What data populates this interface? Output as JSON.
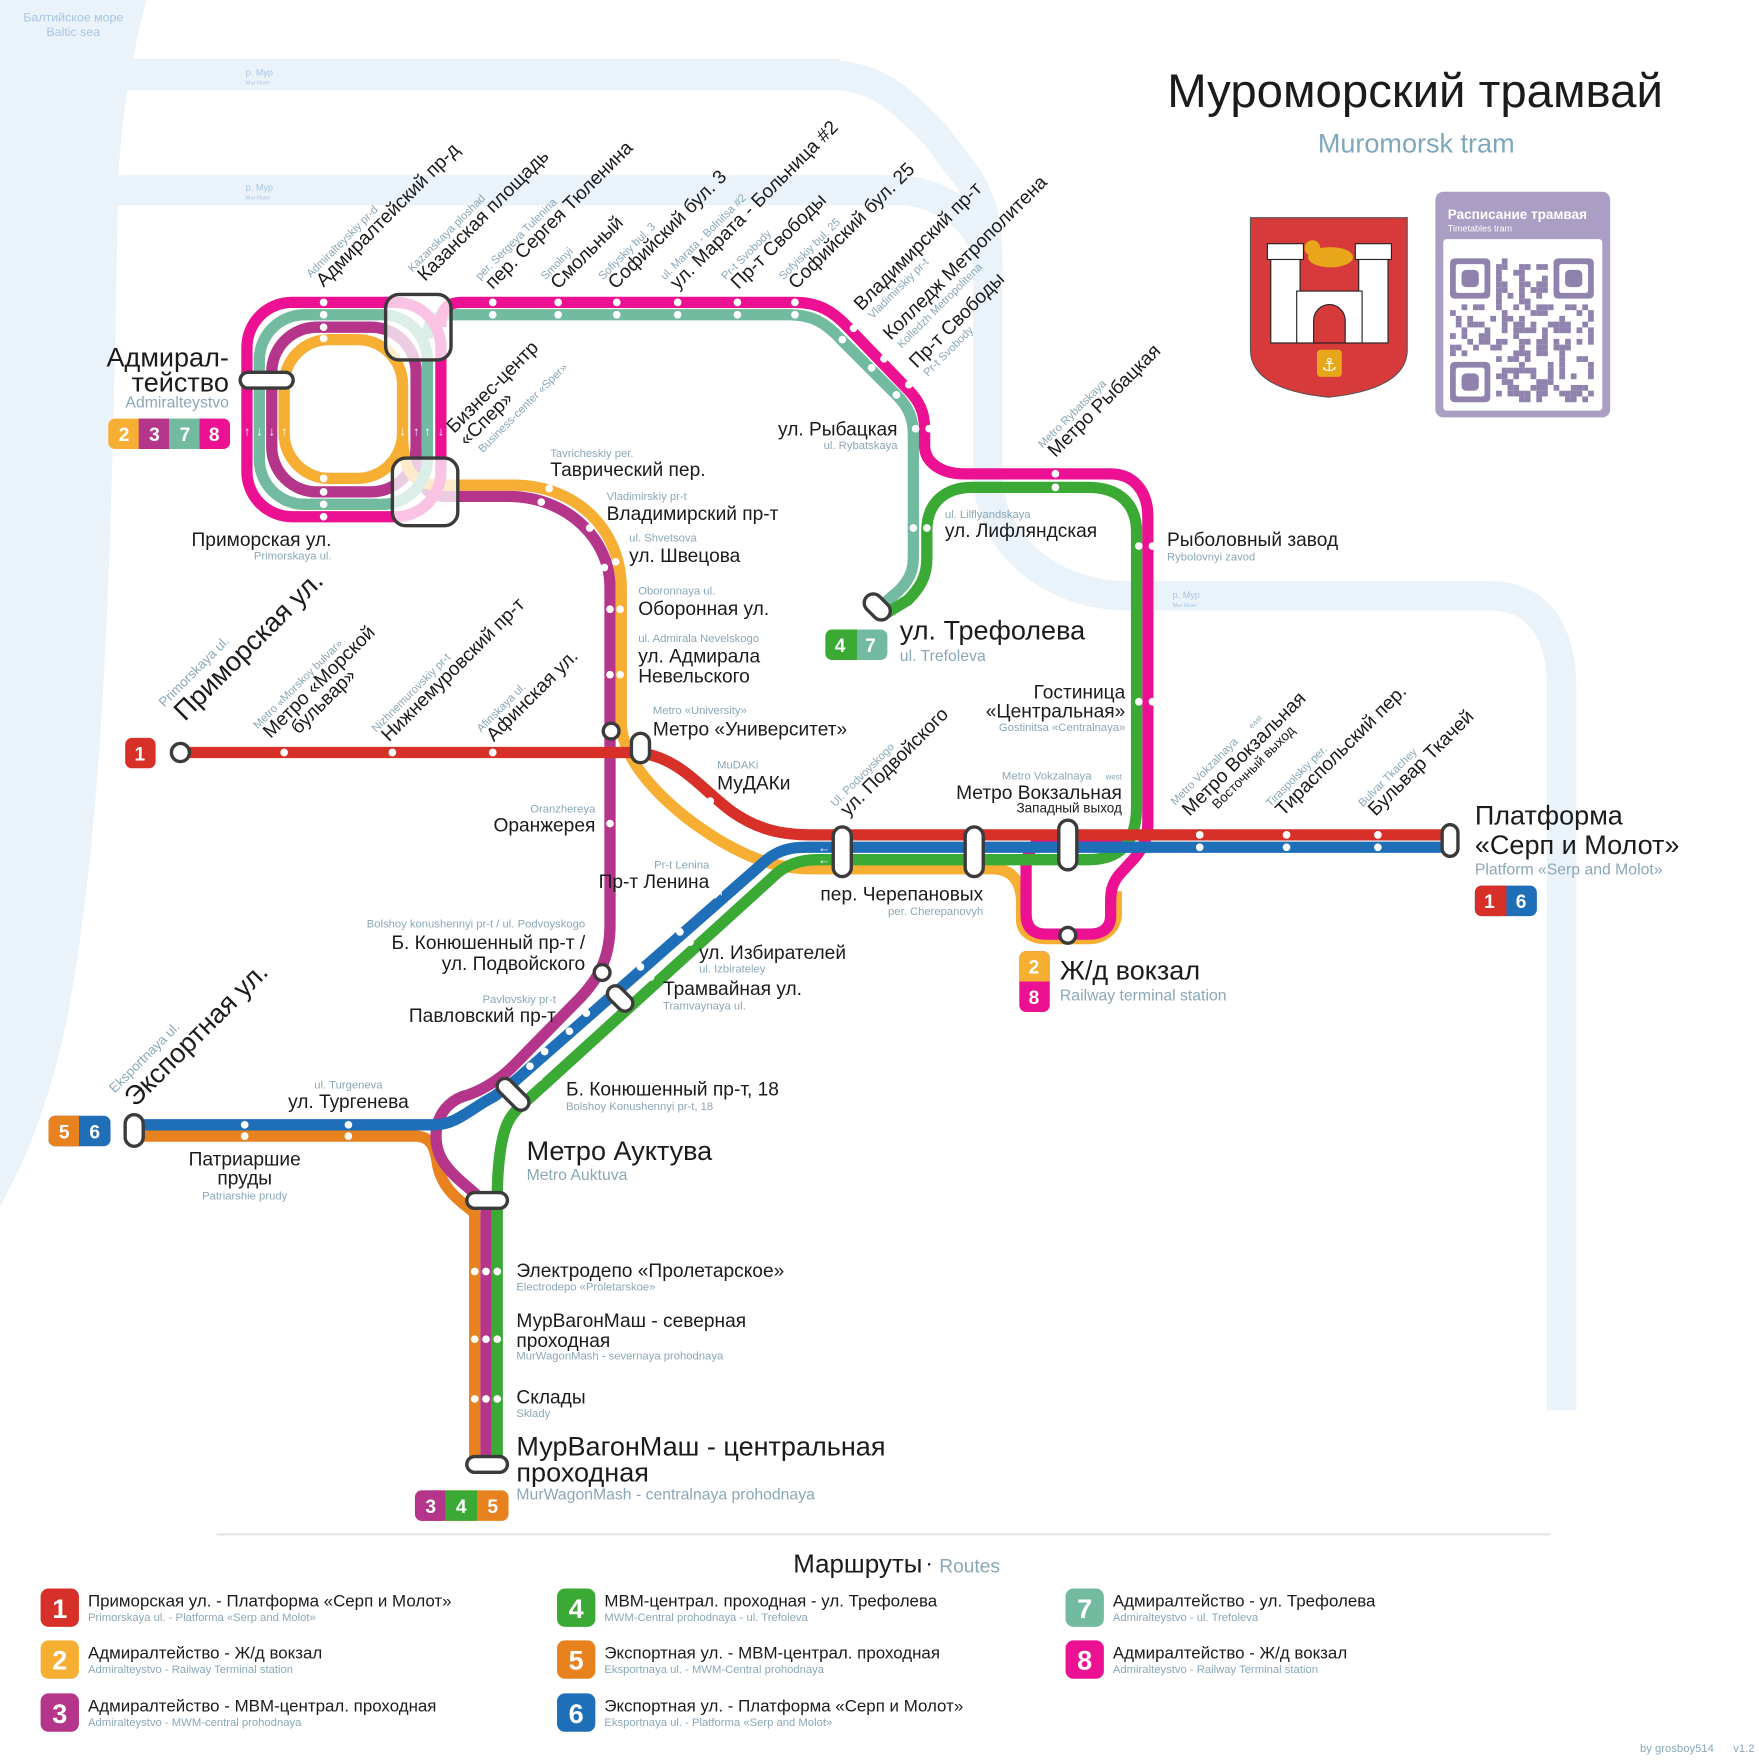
{
  "title": {
    "ru": "Муроморский трамвай",
    "en": "Muromorsk tram"
  },
  "water": {
    "sea_ru": "Балтийское море",
    "sea_en": "Baltic sea",
    "river_ru": "р. Мур",
    "river_en": "Mur River"
  },
  "timetable": {
    "title": "Расписание трамвая",
    "subtitle": "Timetables tram"
  },
  "colors": {
    "r1": "#d63028",
    "r2": "#f6ae33",
    "r3": "#b5358b",
    "r4": "#3aaa35",
    "r5": "#e8821e",
    "r6": "#1f6fb8",
    "r7": "#72bba0",
    "r8": "#ec1092",
    "water": "#eaf3fa"
  },
  "stations": {
    "admiralteystvo": {
      "ru1": "Адмирал-",
      "ru2": "тейство",
      "en": "Admiralteystvo",
      "routes": [
        "2",
        "3",
        "7",
        "8"
      ]
    },
    "admiralteyskiy": {
      "ru": "Адмиралтейский пр-д",
      "en": "Admiralteyskiy pr-d"
    },
    "kazanskaya": {
      "ru": "Казанская площадь",
      "en": "Kazanskaya ploshad"
    },
    "tulenina": {
      "ru": "пер. Сергея Тюленина",
      "en": "per. Sergeya Tulenina"
    },
    "smolnyi": {
      "ru": "Смольный",
      "en": "Smolnyi"
    },
    "sofiyskiy3": {
      "ru": "Софийский бул. 3",
      "en": "Sofiyskiy bul. 3"
    },
    "marata": {
      "ru": "ул. Марата - Больница #2",
      "en": "ul. Marata - Bolnitsa #2"
    },
    "svobody1": {
      "ru": "Пр-т Свободы",
      "en": "Pr-t Svobody"
    },
    "sofiyskiy25": {
      "ru": "Софийский бул. 25",
      "en": "Sofyiskiy bul. 25"
    },
    "vladimirskiy_top": {
      "ru": "Владимирский пр-т",
      "en": "Vladimirskiy pr-t"
    },
    "kolledzh": {
      "ru": "Колледж Метрополитена",
      "en": "Kolledzh Metropolitena"
    },
    "svobody2": {
      "ru": "Пр-т Свободы",
      "en": "Pr-t Svobody"
    },
    "rybatskaya": {
      "ru": "ул. Рыбацкая",
      "en": "ul. Rybatskaya"
    },
    "metro_rybatskaya": {
      "ru": "Метро Рыбацкая",
      "en": "Metro Rybatskaya"
    },
    "liflyandskaya": {
      "ru": "ул. Лифляндская",
      "en": "ul. Lilflyandskaya"
    },
    "rybolovny": {
      "ru": "Рыболовный завод",
      "en": "Rybolovnyi zavod"
    },
    "trefoleva": {
      "ru": "ул. Трефолева",
      "en": "ul. Trefoleva",
      "routes": [
        "4",
        "7"
      ]
    },
    "gostinitsa": {
      "ru1": "Гостиница",
      "ru2": "«Центральная»",
      "en": "Gostinitsa «Centralnaya»"
    },
    "sper": {
      "ru1": "Бизнес-центр",
      "ru2": "«Спер»",
      "en": "Business-center «Sper»"
    },
    "primorskaya_loop": {
      "ru": "Приморская ул.",
      "en": "Primorskaya ul."
    },
    "tavricheskiy": {
      "ru": "Таврический пер.",
      "en": "Tavricheskiy per."
    },
    "vladimirskiy": {
      "ru": "Владимирский пр-т",
      "en": "Vladimirskiy pr-t"
    },
    "shvetsova": {
      "ru": "ул. Швецова",
      "en": "ul. Shvetsova"
    },
    "oboronnaya": {
      "ru": "Оборонная ул.",
      "en": "Oboronnaya ul."
    },
    "nevelskogo": {
      "ru1": "ул. Адмирала",
      "ru2": "Невельского",
      "en": "ul. Admirala Nevelskogo"
    },
    "universitet": {
      "ru": "Метро «Университет»",
      "en": "Metro «University»"
    },
    "mudaki": {
      "ru": "МуДАКи",
      "en": "MuDAKi"
    },
    "primorskaya": {
      "ru": "Приморская ул.",
      "en": "Primorskaya ul.",
      "routes": [
        "1"
      ]
    },
    "morskoy": {
      "ru1": "Метро «Морской",
      "ru2": "бульвар»",
      "en": "Metro «Morskoy bulvar»"
    },
    "nizhnemurovskiy": {
      "ru": "Нижнемуровский пр-т",
      "en": "Nizhnemurovskiy pr-t"
    },
    "afinskaya": {
      "ru": "Афинская ул.",
      "en": "Afinskaya ul."
    },
    "oranzhereya": {
      "ru": "Оранжерея",
      "en": "Oranzhereya"
    },
    "lenina": {
      "ru": "Пр-т Ленина",
      "en": "Pr-t Lenina"
    },
    "podvoyskogo_diag": {
      "ru": "ул. Подвойского",
      "en": "Ul. Podvoyskogo"
    },
    "cherepanovykh": {
      "ru": "пер. Черепановых",
      "en": "per. Cherepanovyh"
    },
    "vokzalnaya_west": {
      "ru": "Метро Вокзальная",
      "ru_sub": "Западный выход",
      "en": "Metro Vokzalnaya",
      "en_sub": "west"
    },
    "vokzalnaya_east": {
      "ru": "Метро Вокзальная",
      "ru_sub": "Восточный выход",
      "en": "Metro Vokzalnaya",
      "en_sub": "east"
    },
    "tiraspolskiy": {
      "ru": "Тираспольский пер.",
      "en": "Tiraspolskiy per."
    },
    "tkachey": {
      "ru": "Бульвар Ткачей",
      "en": "Bulvar Tkachey"
    },
    "platforma": {
      "ru1": "Платформа",
      "ru2": "«Серп и Молот»",
      "en": "Platform «Serp and Molot»",
      "routes": [
        "1",
        "6"
      ]
    },
    "railway": {
      "ru": "Ж/д вокзал",
      "en": "Railway terminal station",
      "routes": [
        "2",
        "8"
      ]
    },
    "konushenny_podv": {
      "ru1": "Б. Конюшенный пр-т /",
      "ru2": "ул. Подвойского",
      "en": "Bolshoy konushennyi pr-t / ul. Podvoyskogo"
    },
    "izbirateley": {
      "ru": "ул. Избирателей",
      "en": "ul. Izbirateley"
    },
    "tramvaynaya": {
      "ru": "Трамвайная ул.",
      "en": "Tramvaynaya ul."
    },
    "pavlovskiy": {
      "ru": "Павловский пр-т",
      "en": "Pavlovskiy pr-t"
    },
    "konushenny18": {
      "ru": "Б. Конюшенный пр-т, 18",
      "en": "Bolshoy Konushennyi pr-t, 18"
    },
    "eksportnaya": {
      "ru": "Экспортная ул.",
      "en": "Eksportnaya ul.",
      "routes": [
        "5",
        "6"
      ]
    },
    "turgeneva": {
      "ru": "ул. Тургенева",
      "en": "ul. Turgeneva"
    },
    "patriarshie": {
      "ru1": "Патриаршие",
      "ru2": "пруды",
      "en": "Patriarshie prudy"
    },
    "auktuva": {
      "ru": "Метро Ауктува",
      "en": "Metro Auktuva"
    },
    "electrodepo": {
      "ru": "Электродепо «Пролетарское»",
      "en": "Electrodepo «Proletarskoe»"
    },
    "mwm_north": {
      "ru1": "МурВагонМаш - северная",
      "ru2": "проходная",
      "en": "MurWagonMash - severnaya prohodnaya"
    },
    "sklady": {
      "ru": "Склады",
      "en": "Sklady"
    },
    "mwm_central": {
      "ru1": "МурВагонМаш - центральная",
      "ru2": "проходная",
      "en": "MurWagonMash - centralnaya prohodnaya",
      "routes": [
        "3",
        "4",
        "5"
      ]
    }
  },
  "legend": {
    "title_ru": "Маршруты",
    "separator": "·",
    "title_en": "Routes",
    "routes": [
      {
        "num": "1",
        "color": "#d63028",
        "ru": "Приморская ул. - Платформа «Серп и Молот»",
        "en": "Primorskaya ul. - Platforma «Serp and Molot»"
      },
      {
        "num": "2",
        "color": "#f6ae33",
        "ru": "Адмиралтейство - Ж/д вокзал",
        "en": "Admiralteystvo - Railway Terminal station"
      },
      {
        "num": "3",
        "color": "#b5358b",
        "ru": "Адмиралтейство - МВМ-централ. проходная",
        "en": "Admiralteystvo - MWM-central prohodnaya"
      },
      {
        "num": "4",
        "color": "#3aaa35",
        "ru": "МВМ-централ. проходная - ул. Трефолева",
        "en": "MWM-Central prohodnaya - ul. Trefoleva"
      },
      {
        "num": "5",
        "color": "#e8821e",
        "ru": "Экспортная ул. - МВМ-централ. проходная",
        "en": "Eksportnaya ul. - MWM-Central prohodnaya"
      },
      {
        "num": "6",
        "color": "#1f6fb8",
        "ru": "Экспортная ул. - Платформа «Серп и Молот»",
        "en": "Eksportnaya ul. - Platforma «Serp and Molot»"
      },
      {
        "num": "7",
        "color": "#72bba0",
        "ru": "Адмиралтейство - ул. Трефолева",
        "en": "Admiralteystvo - ul. Trefoleva"
      },
      {
        "num": "8",
        "color": "#ec1092",
        "ru": "Адмиралтейство - Ж/д вокзал",
        "en": "Admiralteystvo - Railway Terminal station"
      }
    ]
  },
  "credit": "by grosboy514",
  "version": "v1.2"
}
